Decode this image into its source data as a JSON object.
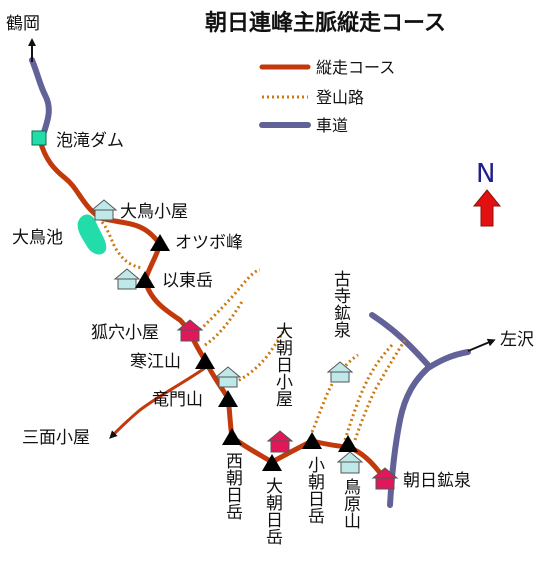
{
  "title": "朝日連峰主脈縦走コース",
  "legend": [
    {
      "label": "縦走コース",
      "color": "#c23a0c",
      "style": "solid"
    },
    {
      "label": "登山路",
      "color": "#cc7a10",
      "style": "dotted"
    },
    {
      "label": "車道",
      "color": "#626298",
      "style": "solid"
    }
  ],
  "north_label": "N",
  "north_arrow_color": "#e21010",
  "pond_color": "#22ddaa",
  "dam_color": "#22ddaa",
  "hut_color": "#bfe8e8",
  "onsen_hut_color": "#e0185a",
  "places": {
    "tsuruoka": "鶴岡",
    "awataki_dam": "泡滝ダム",
    "ootori_koya": "大鳥小屋",
    "ootori_ike": "大鳥池",
    "otsubo_mine": "オツボ峰",
    "ito_dake": "以東岳",
    "kitsuneana_koya": "狐穴小屋",
    "kanko_zan": "寒江山",
    "ryumon_zan": "竜門山",
    "sanmen_koya": "三面小屋",
    "nishi_asahi_dake": "西朝日岳",
    "oo_asahi_dake": "大朝日岳",
    "oo_asahi_koya": "大朝日小屋",
    "ko_asahi_dake": "小朝日岳",
    "torihara_zan": "鳥原山",
    "asahi_kosen": "朝日鉱泉",
    "kodera_kosen": "古寺鉱泉",
    "sazawa": "左沢"
  }
}
